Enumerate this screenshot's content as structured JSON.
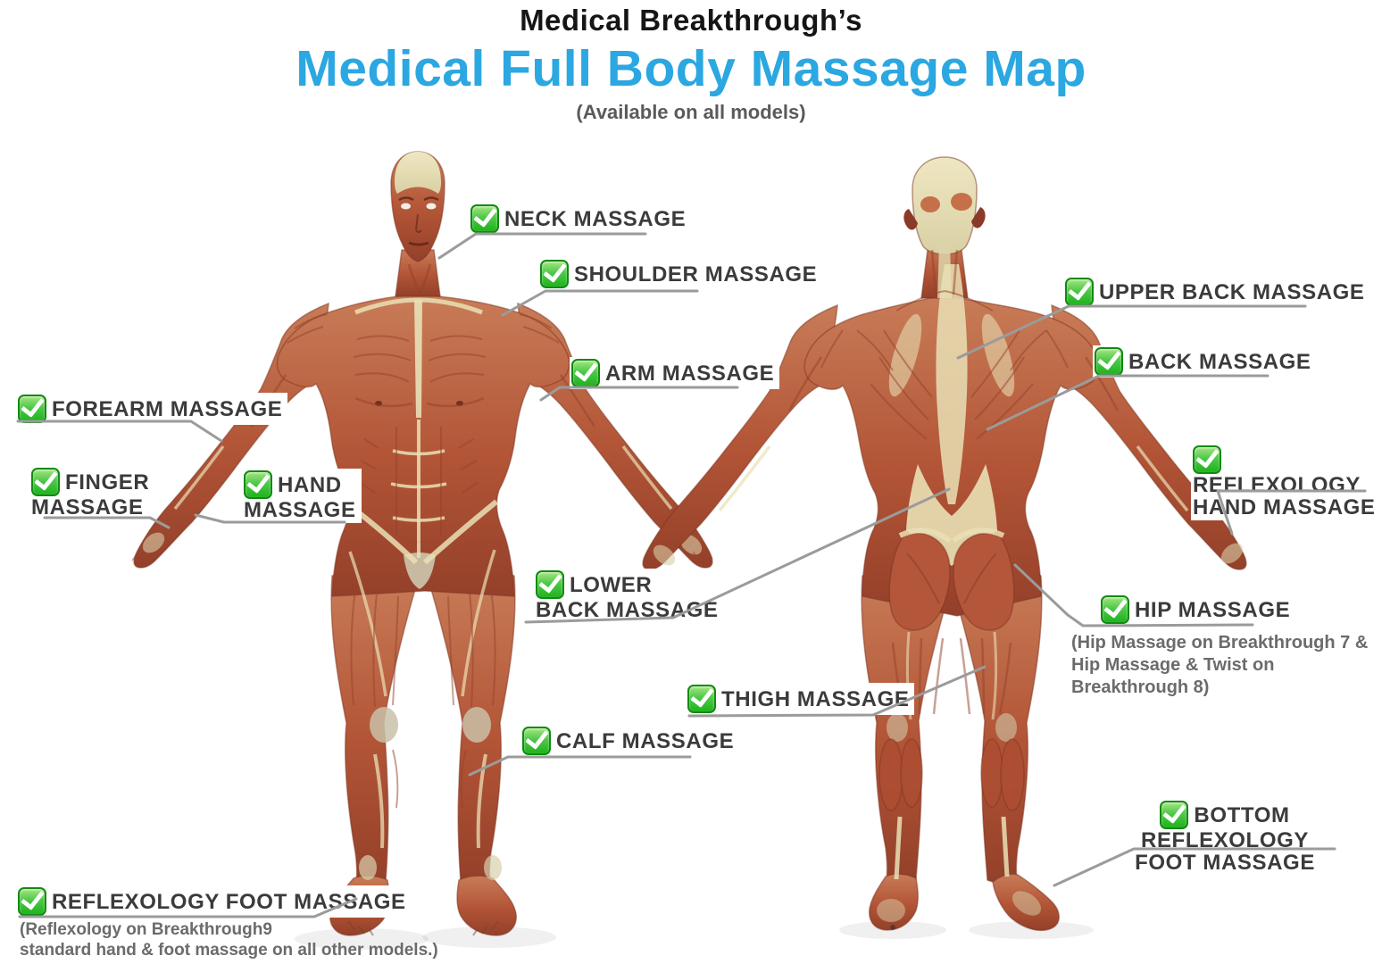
{
  "header": {
    "brand": "Medical Breakthrough’s",
    "title": "Medical Full Body Massage Map",
    "availability": "(Available on all models)"
  },
  "labels": {
    "neck": "NECK MASSAGE",
    "shoulder": "SHOULDER MASSAGE",
    "arm": "ARM MASSAGE",
    "forearm": "FOREARM MASSAGE",
    "finger": "FINGER\nMASSAGE",
    "hand": "HAND\nMASSAGE",
    "lower_back": "LOWER\nBACK MASSAGE",
    "thigh": "THIGH MASSAGE",
    "calf": "CALF MASSAGE",
    "reflexology_foot": "REFLEXOLOGY FOOT MASSAGE",
    "upper_back": "UPPER BACK MASSAGE",
    "back": "BACK MASSAGE",
    "reflexology_hand": "REFLEXOLOGY\nHAND MASSAGE",
    "hip": "HIP MASSAGE",
    "bottom_reflexology_foot": "BOTTOM REFLEXOLOGY\nFOOT MASSAGE"
  },
  "notes": {
    "hip": "(Hip Massage on Breakthrough 7 &\nHip Massage & Twist on Breakthrough 8)",
    "reflexology_foot": "(Reflexology on Breakthrough9\nstandard hand & foot massage on all other models.)"
  },
  "icons": {
    "checkbox": "green-checkmark"
  },
  "figures": {
    "left": "front-view-muscle-anatomy",
    "right": "back-view-muscle-anatomy"
  },
  "colors": {
    "title_blue": "#2BA7E1",
    "brand_black": "#151515",
    "subtitle_gray": "#5a5a5a",
    "label_text": "#3b3b3b",
    "note_gray": "#6b6b6b",
    "check_green": "#2db92d",
    "leader_line": "#9b9b9b",
    "muscle": "#b25436",
    "fascia_cream": "#e9e0b5"
  }
}
